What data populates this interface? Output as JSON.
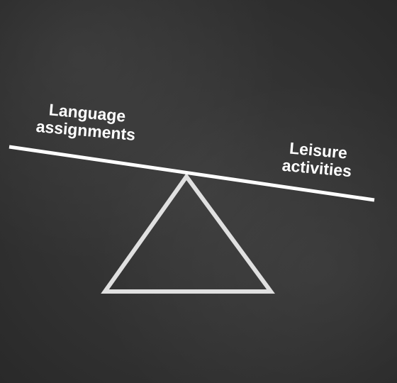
{
  "seesaw": {
    "left_label": [
      "Language",
      "assignments"
    ],
    "right_label": [
      "Leisure",
      "activities"
    ]
  }
}
